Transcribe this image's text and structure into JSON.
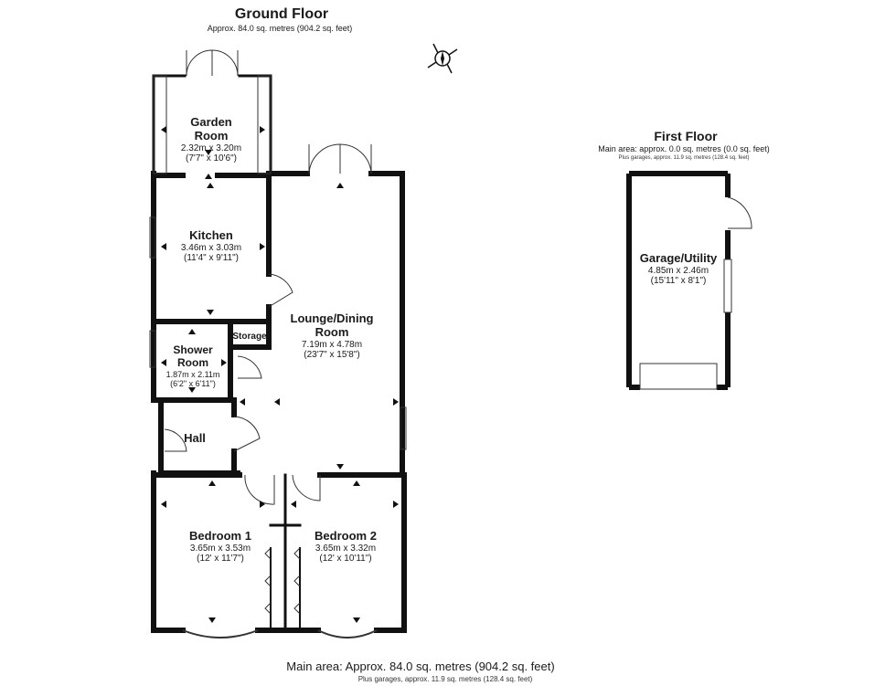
{
  "ground_floor": {
    "title": "Ground Floor",
    "area": "Approx. 84.0 sq. metres (904.2 sq. feet)"
  },
  "first_floor": {
    "title": "First Floor",
    "area_main": "Main area: approx. 0.0 sq. metres (0.0 sq. feet)",
    "area_garage": "Plus garages, approx. 11.9 sq. metres (128.4 sq. feet)"
  },
  "compass": {
    "label": "N"
  },
  "rooms": {
    "garden_room": {
      "name_line1": "Garden",
      "name_line2": "Room",
      "metric": "2.32m x 3.20m",
      "imperial": "(7'7\" x 10'6\")"
    },
    "kitchen": {
      "name": "Kitchen",
      "metric": "3.46m x 3.03m",
      "imperial": "(11'4\" x 9'11\")"
    },
    "lounge": {
      "name_line1": "Lounge/Dining",
      "name_line2": "Room",
      "metric": "7.19m x 4.78m",
      "imperial": "(23'7\" x 15'8\")"
    },
    "shower": {
      "name_line1": "Shower",
      "name_line2": "Room",
      "metric": "1.87m x 2.11m",
      "imperial": "(6'2\" x 6'11\")"
    },
    "storage": {
      "name": "Storage"
    },
    "hall": {
      "name": "Hall"
    },
    "bedroom1": {
      "name": "Bedroom 1",
      "metric": "3.65m x 3.53m",
      "imperial": "(12' x 11'7\")"
    },
    "bedroom2": {
      "name": "Bedroom 2",
      "metric": "3.65m x 3.32m",
      "imperial": "(12' x 10'11\")"
    },
    "garage": {
      "name": "Garage/Utility",
      "metric": "4.85m x 2.46m",
      "imperial": "(15'11\" x 8'1\")"
    }
  },
  "footer": {
    "main": "Main area: Approx. 84.0 sq. metres (904.2 sq. feet)",
    "sub": "Plus garages, approx. 11.9 sq. metres (128.4 sq. feet)"
  }
}
